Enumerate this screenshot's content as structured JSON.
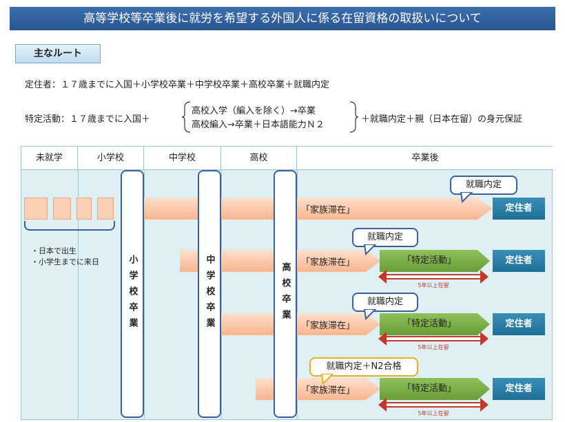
{
  "title": "高等学校等卒業後に就労を希望する外国人に係る在留資格の取扱いについて",
  "route_badge": "主なルート",
  "route1": "定住者：１７歳までに入国＋小学校卒業＋中学校卒業＋高校卒業＋就職内定",
  "route2": {
    "label": "特定活動：１７歳までに入国＋",
    "option_a": "高校入学（編入を除く）→卒業",
    "option_b": "高校編入→卒業＋日本語能力Ｎ２",
    "tail": "＋就職内定＋親（日本在留）の身元保証"
  },
  "columns": [
    "未就学",
    "小学校",
    "中学校",
    "高校",
    "卒業後"
  ],
  "graduation_pills": [
    "小学校卒業",
    "中学校卒業",
    "高校卒業"
  ],
  "notes": [
    "・日本で出生",
    "・小学生までに来日"
  ],
  "rows": [
    {
      "status": "「家族滞在」",
      "callout": "就職内定",
      "result": "定住者"
    },
    {
      "status": "「家族滞在」",
      "callout": "就職内定",
      "specific": "「特定活動」",
      "stay_note": "5年以上在留",
      "result": "定住者"
    },
    {
      "status": "「家族滞在」",
      "callout": "就職内定",
      "specific": "「特定活動」",
      "stay_note": "5年以上在留",
      "result": "定住者"
    },
    {
      "status": "「家族滞在」",
      "callout": "就職内定＋N2合格",
      "specific": "「特定活動」",
      "stay_note": "5年以上在留",
      "result": "定住者"
    }
  ]
}
